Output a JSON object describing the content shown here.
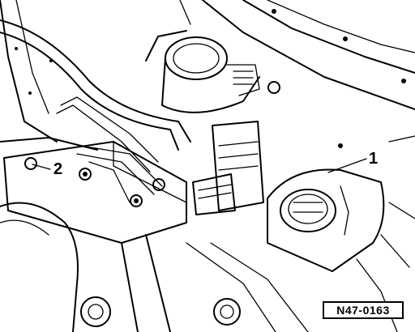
{
  "figure": {
    "callouts": [
      {
        "id": "1",
        "text": "1"
      },
      {
        "id": "2",
        "text": "2"
      }
    ],
    "reference_code": "N47-0163"
  }
}
